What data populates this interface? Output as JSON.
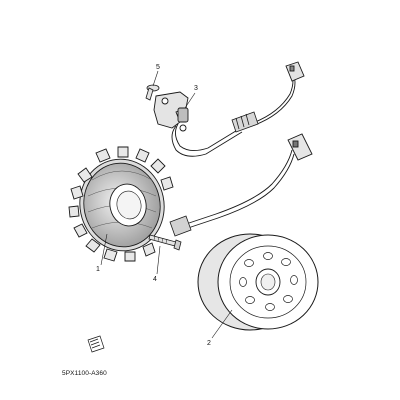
{
  "diagram": {
    "drawing_code": "5PX1100-A360",
    "callouts": [
      {
        "id": "1",
        "label": "1"
      },
      {
        "id": "2",
        "label": "2"
      },
      {
        "id": "3",
        "label": "3"
      },
      {
        "id": "4",
        "label": "4"
      },
      {
        "id": "5",
        "label": "5"
      }
    ],
    "line_color": "#1a1a1a",
    "part_shade": "#cfcfcf"
  }
}
